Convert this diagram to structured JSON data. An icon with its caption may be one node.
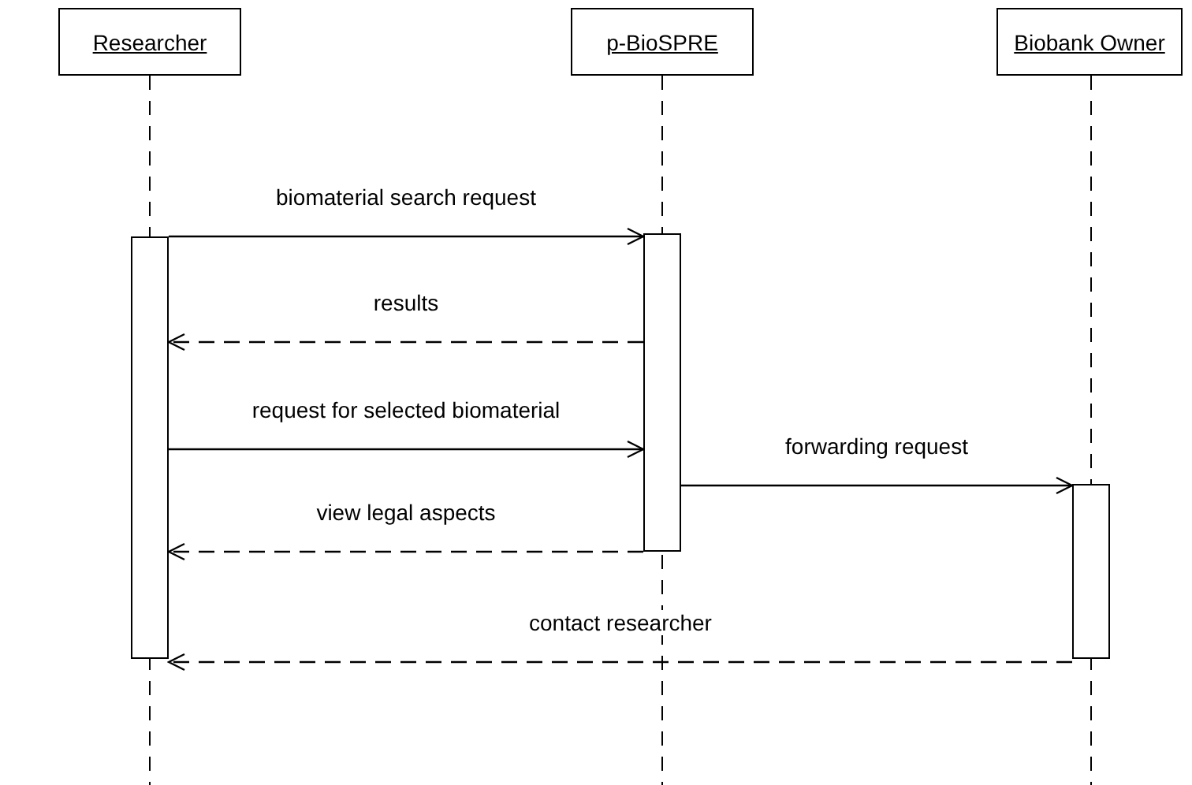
{
  "diagram": {
    "nodes": [
      {
        "text": [
          "Researcher"
        ]
      },
      {
        "text": [
          "p-BioSPRE"
        ]
      },
      {
        "text": [
          "Biobank Owner"
        ]
      },
      {
        "text": [],
        "shape": "bar"
      },
      {
        "text": [],
        "shape": "bar"
      },
      {
        "text": [],
        "shape": "bar"
      }
    ],
    "edges": [
      {
        "from": 3,
        "to": 4,
        "arrow": "to",
        "label": "biomaterial search request"
      },
      {
        "from": 4,
        "to": 3,
        "arrow": "to",
        "label": "results",
        "style": "dashed"
      },
      {
        "from": 3,
        "to": 4,
        "arrow": "to",
        "label": "request for selected biomaterial"
      },
      {
        "from": 4,
        "to": 5,
        "arrow": "to",
        "label": "forwarding request"
      },
      {
        "from": 4,
        "to": 3,
        "arrow": "to",
        "label": "view legal aspects",
        "style": "dashed"
      },
      {
        "from": 5,
        "to": 3,
        "arrow": "to",
        "label": "contact researcher",
        "style": "dashed"
      }
    ]
  }
}
